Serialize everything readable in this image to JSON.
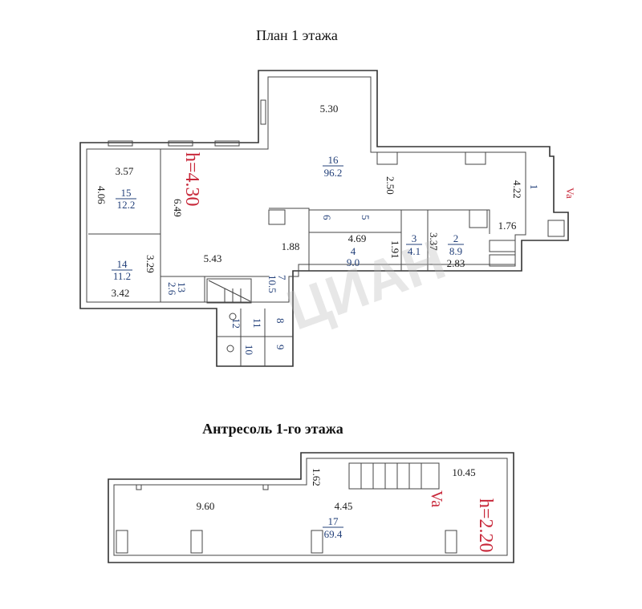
{
  "titles": {
    "floor1": "План 1 этажа",
    "mezzanine": "Антресоль 1-го этажа"
  },
  "watermark": "ЦИАН",
  "floor1": {
    "height_label": "h=4.30",
    "entrance_label": "Va",
    "rooms": [
      {
        "num": "16",
        "area": "96.2"
      },
      {
        "num": "15",
        "area": "12.2"
      },
      {
        "num": "14",
        "area": "11.2"
      },
      {
        "num": "13",
        "area": "2.6"
      },
      {
        "num": "7",
        "area": "10.5"
      },
      {
        "num": "4",
        "area": "9.0"
      },
      {
        "num": "3",
        "area": "4.1"
      },
      {
        "num": "2",
        "area": "8.9"
      }
    ],
    "small_rooms": [
      "1",
      "5",
      "6",
      "8",
      "9",
      "10",
      "11",
      "12"
    ],
    "dimensions": [
      "5.30",
      "3.57",
      "4.06",
      "6.49",
      "5.43",
      "3.29",
      "3.42",
      "1.88",
      "4.69",
      "1.91",
      "3.37",
      "2.83",
      "1.76",
      "4.22",
      "2.50"
    ]
  },
  "mezzanine": {
    "height_label": "h=2.20",
    "entrance_label": "Va",
    "room": {
      "num": "17",
      "area": "69.4"
    },
    "dimensions": [
      "9.60",
      "4.45",
      "10.45",
      "1.62"
    ]
  },
  "colors": {
    "red": "#c8283a",
    "blue": "#23407a"
  }
}
